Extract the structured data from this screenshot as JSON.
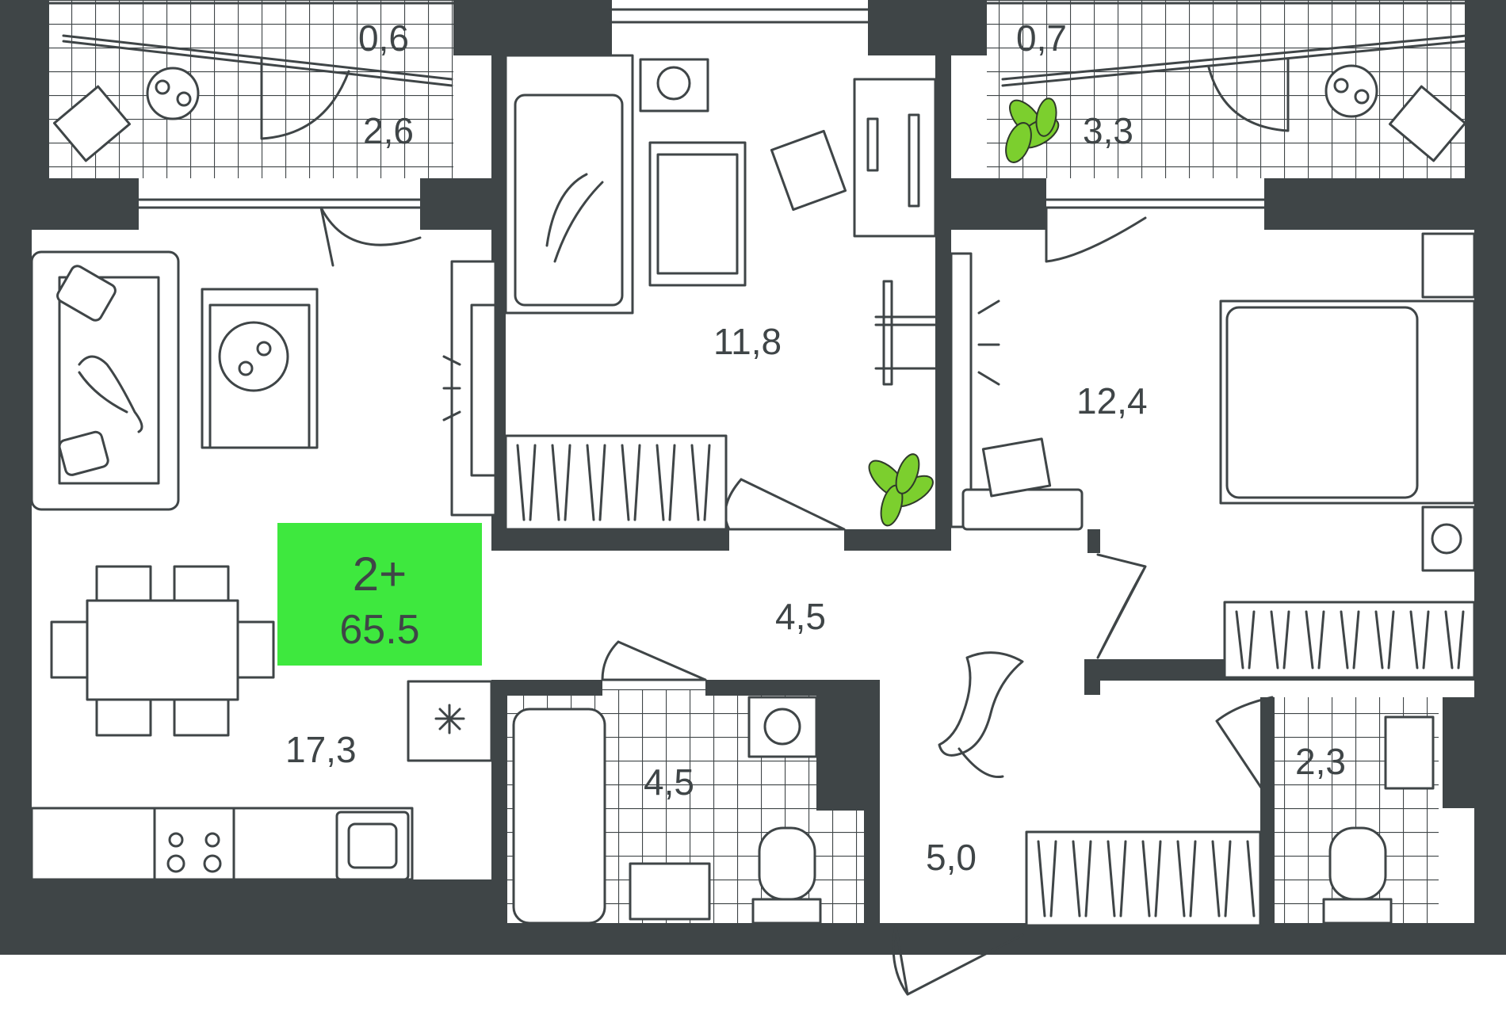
{
  "badge": {
    "rooms": "2+",
    "total_area": "65.5",
    "color": "#3ee83e"
  },
  "rooms": [
    {
      "id": "balcony-left-small",
      "area": "0,6"
    },
    {
      "id": "balcony-left",
      "area": "2,6"
    },
    {
      "id": "balcony-right-small",
      "area": "0,7"
    },
    {
      "id": "balcony-right",
      "area": "3,3"
    },
    {
      "id": "bedroom-middle",
      "area": "11,8"
    },
    {
      "id": "bedroom-right",
      "area": "12,4"
    },
    {
      "id": "kitchen-living",
      "area": "17,3"
    },
    {
      "id": "hall",
      "area": "4,5"
    },
    {
      "id": "bathroom",
      "area": "4,5"
    },
    {
      "id": "corridor",
      "area": "5,0"
    },
    {
      "id": "toilet",
      "area": "2,3"
    }
  ],
  "colors": {
    "wall": "#3f4547",
    "plant": "#7ccf2e"
  }
}
